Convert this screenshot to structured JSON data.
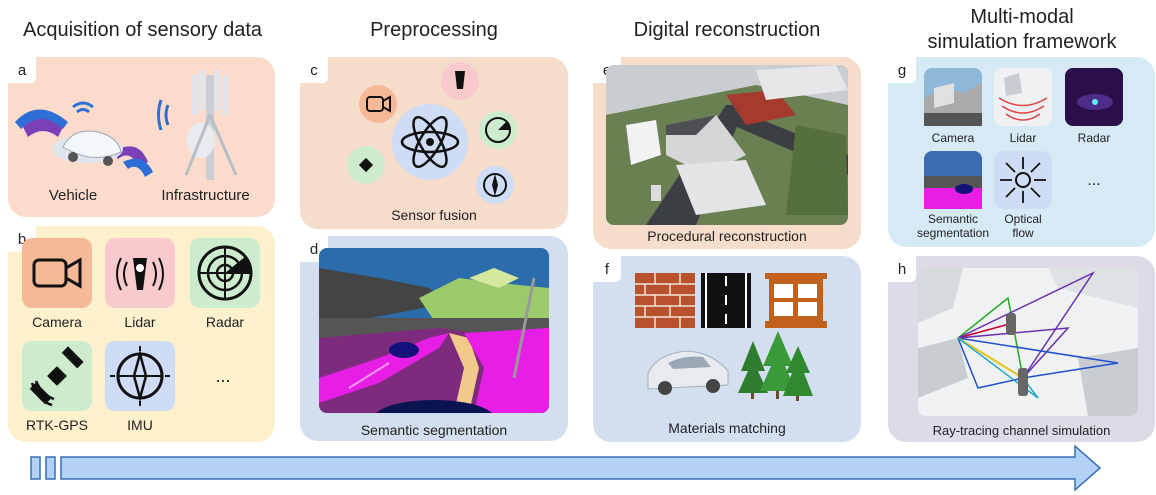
{
  "headers": {
    "acquisition": "Acquisition of sensory data",
    "preprocessing": "Preprocessing",
    "reconstruction": "Digital reconstruction",
    "simulation_line1": "Multi-modal",
    "simulation_line2": "simulation framework"
  },
  "panels": {
    "a": {
      "tag": "a",
      "vehicle": "Vehicle",
      "infrastructure": "Infrastructure"
    },
    "b": {
      "tag": "b",
      "camera": "Camera",
      "lidar": "Lidar",
      "radar": "Radar",
      "rtk": "RTK-GPS",
      "imu": "IMU",
      "more": "..."
    },
    "c": {
      "tag": "c",
      "caption": "Sensor fusion"
    },
    "d": {
      "tag": "d",
      "caption": "Semantic segmentation"
    },
    "e": {
      "tag": "e",
      "caption": "Procedural reconstruction"
    },
    "f": {
      "tag": "f",
      "caption": "Materials matching"
    },
    "g": {
      "tag": "g",
      "camera": "Camera",
      "lidar": "Lidar",
      "radar": "Radar",
      "semantic_line1": "Semantic",
      "semantic_line2": "segmentation",
      "flow_line1": "Optical",
      "flow_line2": "flow",
      "more": "..."
    },
    "h": {
      "tag": "h",
      "caption": "Ray-tracing channel simulation"
    }
  },
  "colors": {
    "panel_a": "#fbdccc",
    "panel_b": "#fdf0cc",
    "panel_c": "#f5dccb",
    "panel_d": "#d3def0",
    "panel_e": "#f5dccb",
    "panel_f": "#d3def0",
    "panel_g": "#d5eaf5",
    "panel_h": "#dedbe6",
    "arrow": "#b3d0f5",
    "arrow_stroke": "#3a6fb5"
  }
}
